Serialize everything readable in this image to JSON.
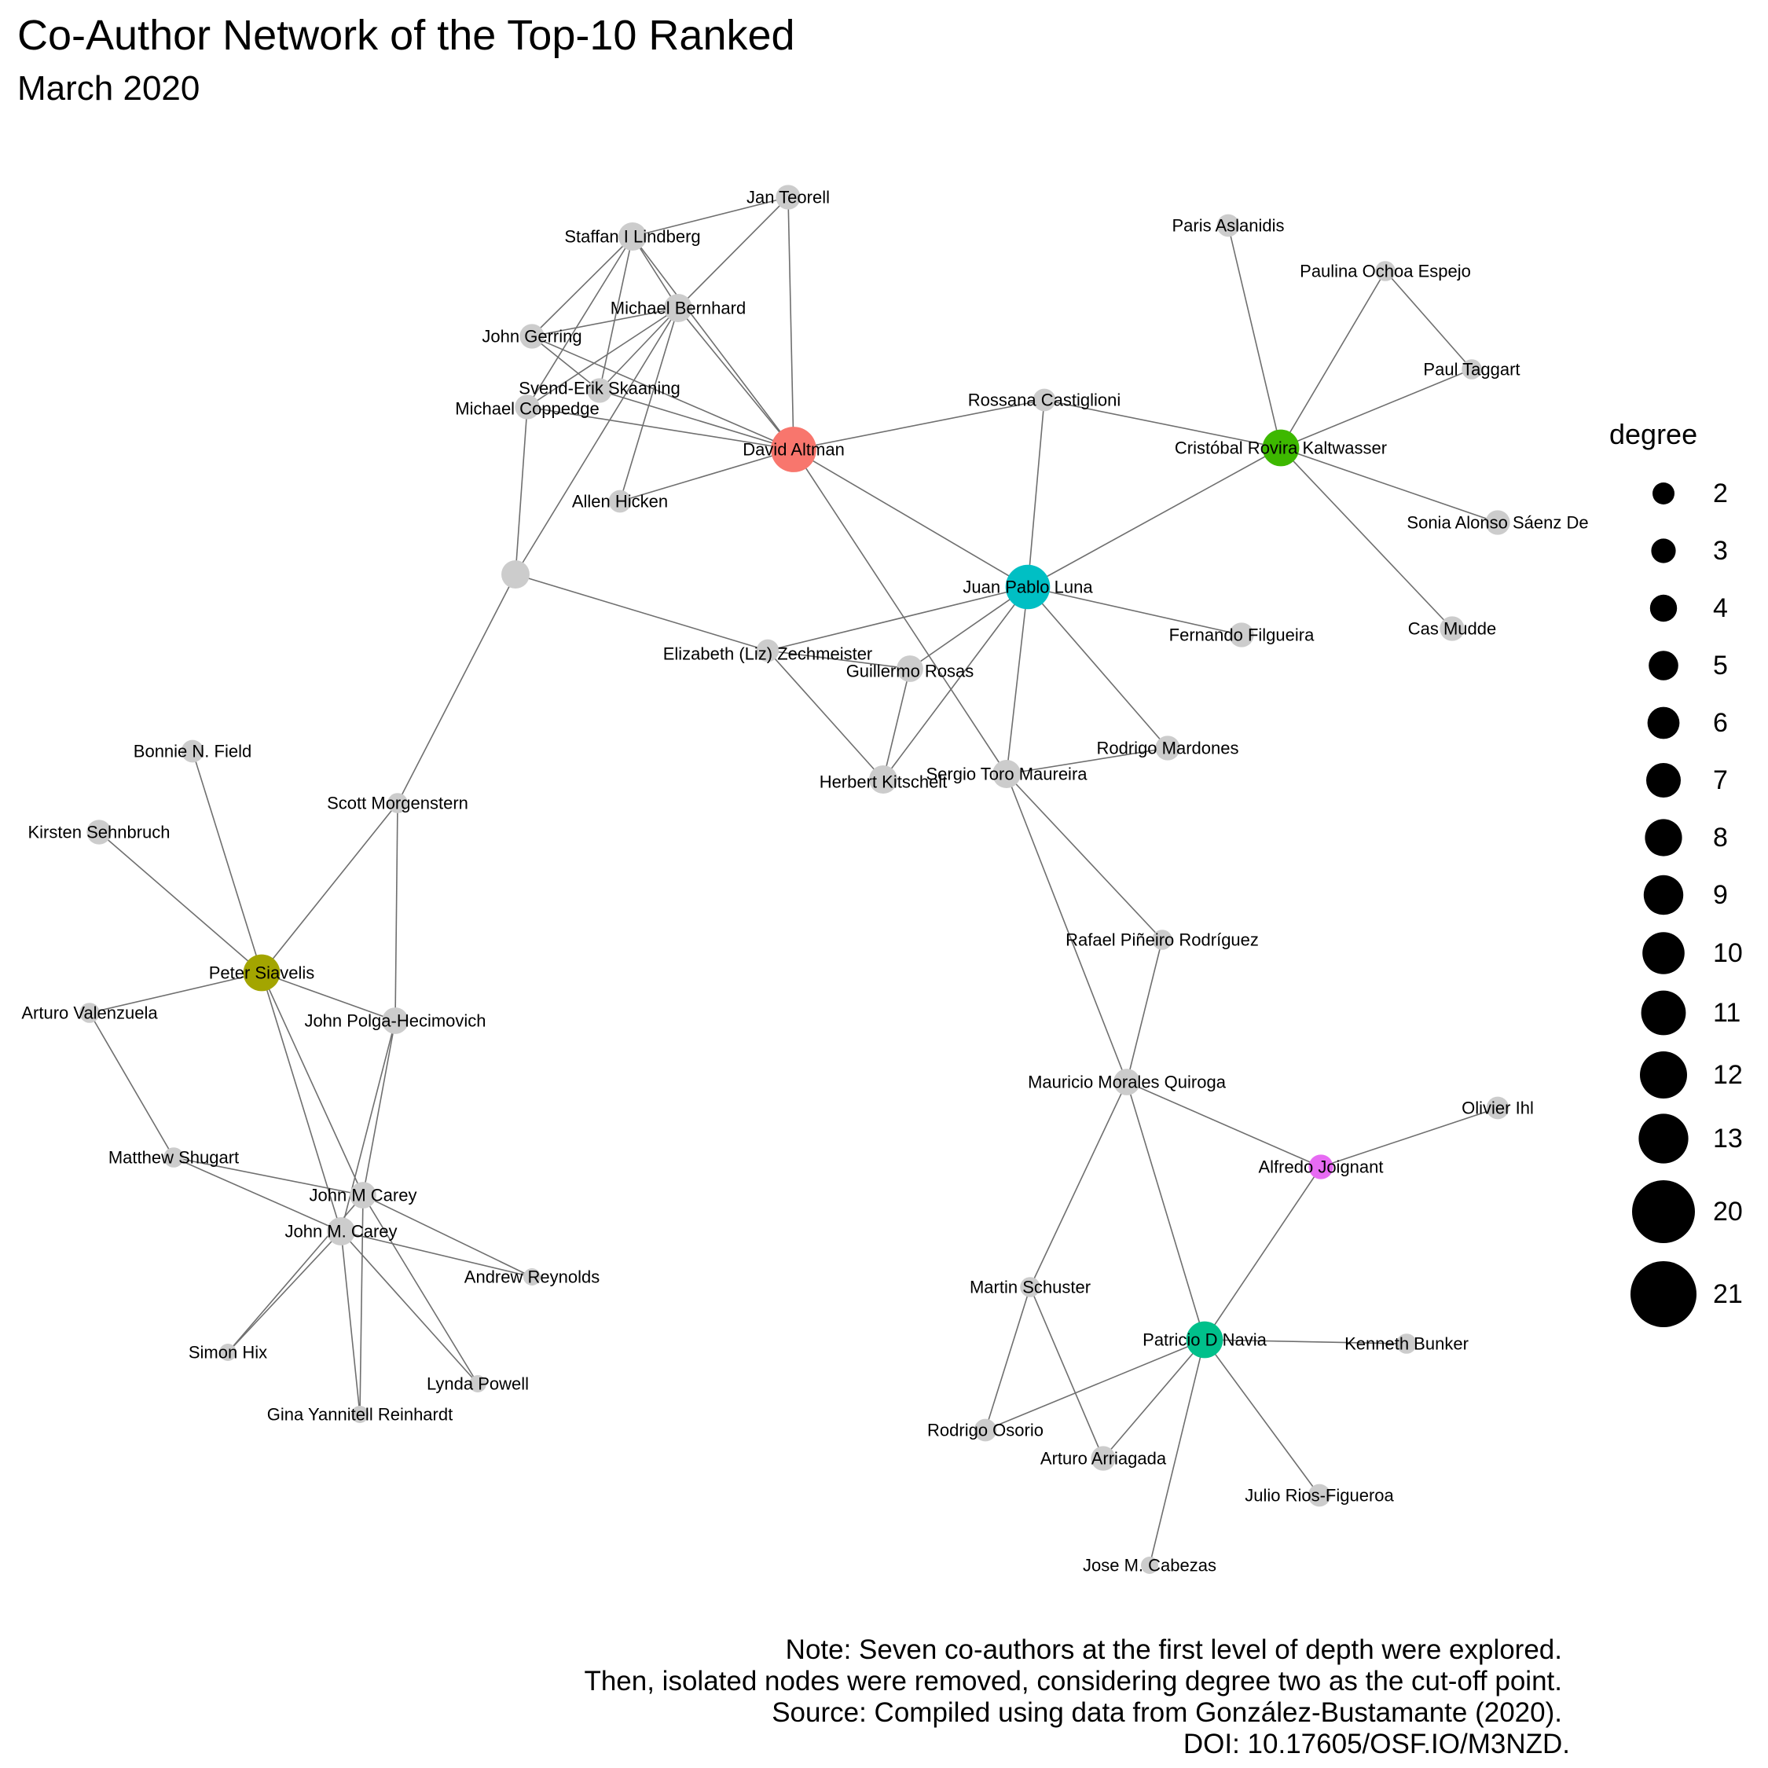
{
  "title": "Co-Author Network of the Top-10 Ranked",
  "subtitle": "March 2020",
  "caption": [
    "Note: Seven co-authors at the first level of depth were explored.",
    "Then, isolated nodes were removed, considering degree two as the cut-off point.",
    "Source: Compiled using data from González-Bustamante (2020).",
    "DOI: 10.17605/OSF.IO/M3NZD."
  ],
  "legend": {
    "title": "degree",
    "entries": [
      "2",
      "3",
      "4",
      "5",
      "6",
      "7",
      "8",
      "9",
      "10",
      "11",
      "12",
      "13",
      "20",
      "21"
    ]
  },
  "colors": {
    "default_node": "#cccccc",
    "edge": "#6f6f6f",
    "David Altman": "#f8766d",
    "Juan Pablo Luna": "#00bfc4",
    "Cristóbal Rovira Kaltwasser": "#3db800",
    "Peter Siavelis": "#a3a500",
    "Patricio D Navia": "#00c08b",
    "Alfredo Joignant": "#e76bf3"
  },
  "nodes": [
    {
      "id": "David Altman",
      "label": "David Altman",
      "degree": 21
    },
    {
      "id": "Juan Pablo Luna",
      "label": "Juan Pablo Luna",
      "degree": 20
    },
    {
      "id": "Cristóbal Rovira Kaltwasser",
      "label": "Cristóbal Rovira Kaltwasser",
      "degree": 13
    },
    {
      "id": "Peter Siavelis",
      "label": "Peter Siavelis",
      "degree": 13
    },
    {
      "id": "Patricio D Navia",
      "label": "Patricio D Navia",
      "degree": 13
    },
    {
      "id": "Alfredo Joignant",
      "label": "Alfredo Joignant",
      "degree": 5
    },
    {
      "id": "Unlabeled",
      "label": "",
      "degree": 7
    },
    {
      "id": "Jan Teorell",
      "label": "Jan Teorell",
      "degree": 5
    },
    {
      "id": "Staffan I Lindberg",
      "label": "Staffan I Lindberg",
      "degree": 7
    },
    {
      "id": "Michael Bernhard",
      "label": "Michael Bernhard",
      "degree": 7
    },
    {
      "id": "John Gerring",
      "label": "John Gerring",
      "degree": 5
    },
    {
      "id": "Svend-Erik Skaaning",
      "label": "Svend-Erik Skaaning",
      "degree": 5
    },
    {
      "id": "Michael Coppedge",
      "label": "Michael Coppedge",
      "degree": 5
    },
    {
      "id": "Allen Hicken",
      "label": "Allen Hicken",
      "degree": 4
    },
    {
      "id": "Rossana Castiglioni",
      "label": "Rossana Castiglioni",
      "degree": 4
    },
    {
      "id": "Paris Aslanidis",
      "label": "Paris Aslanidis",
      "degree": 4
    },
    {
      "id": "Paulina Ochoa Espejo",
      "label": "Paulina Ochoa Espejo",
      "degree": 3
    },
    {
      "id": "Paul Taggart",
      "label": "Paul Taggart",
      "degree": 3
    },
    {
      "id": "Sonia Alonso Sáenz De",
      "label": "Sonia Alonso Sáenz De",
      "degree": 5
    },
    {
      "id": "Cas Mudde",
      "label": "Cas Mudde",
      "degree": 5
    },
    {
      "id": "Fernando Filgueira",
      "label": "Fernando Filgueira",
      "degree": 5
    },
    {
      "id": "Elizabeth (Liz) Zechmeister",
      "label": "Elizabeth (Liz) Zechmeister",
      "degree": 4
    },
    {
      "id": "Guillermo Rosas",
      "label": "Guillermo Rosas",
      "degree": 6
    },
    {
      "id": "Herbert Kitschelt",
      "label": "Herbert Kitschelt",
      "degree": 7
    },
    {
      "id": "Sergio Toro Maureira",
      "label": "Sergio Toro Maureira",
      "degree": 7
    },
    {
      "id": "Rodrigo Mardones",
      "label": "Rodrigo Mardones",
      "degree": 5
    },
    {
      "id": "Rafael Piñeiro Rodríguez",
      "label": "Rafael Piñeiro Rodríguez",
      "degree": 3
    },
    {
      "id": "Mauricio Morales Quiroga",
      "label": "Mauricio Morales Quiroga",
      "degree": 6
    },
    {
      "id": "Olivier Ihl",
      "label": "Olivier Ihl",
      "degree": 4
    },
    {
      "id": "Martin Schuster",
      "label": "Martin Schuster",
      "degree": 3
    },
    {
      "id": "Kenneth Bunker",
      "label": "Kenneth Bunker",
      "degree": 3
    },
    {
      "id": "Rodrigo Osorio",
      "label": "Rodrigo Osorio",
      "degree": 4
    },
    {
      "id": "Arturo Arriagada",
      "label": "Arturo Arriagada",
      "degree": 5
    },
    {
      "id": "Julio Rios-Figueroa",
      "label": "Julio Rios-Figueroa",
      "degree": 4
    },
    {
      "id": "Jose M. Cabezas",
      "label": "Jose M. Cabezas",
      "degree": 2
    },
    {
      "id": "Bonnie N. Field",
      "label": "Bonnie N. Field",
      "degree": 4
    },
    {
      "id": "Kirsten Sehnbruch",
      "label": "Kirsten Sehnbruch",
      "degree": 5
    },
    {
      "id": "Scott Morgenstern",
      "label": "Scott Morgenstern",
      "degree": 3
    },
    {
      "id": "Arturo Valenzuela",
      "label": "Arturo Valenzuela",
      "degree": 3
    },
    {
      "id": "John Polga-Hecimovich",
      "label": "John Polga-Hecimovich",
      "degree": 6
    },
    {
      "id": "Matthew Shugart",
      "label": "Matthew Shugart",
      "degree": 3
    },
    {
      "id": "John M Carey",
      "label": "John M Carey",
      "degree": 6
    },
    {
      "id": "John M. Carey",
      "label": "John M. Carey",
      "degree": 7
    },
    {
      "id": "Andrew Reynolds",
      "label": "Andrew Reynolds",
      "degree": 2
    },
    {
      "id": "Simon Hix",
      "label": "Simon Hix",
      "degree": 2
    },
    {
      "id": "Lynda Powell",
      "label": "Lynda Powell",
      "degree": 2
    },
    {
      "id": "Gina Yannitell Reinhardt",
      "label": "Gina Yannitell Reinhardt",
      "degree": 2
    }
  ],
  "edges": [
    [
      "Staffan I Lindberg",
      "Jan Teorell"
    ],
    [
      "Staffan I Lindberg",
      "Michael Bernhard"
    ],
    [
      "Staffan I Lindberg",
      "John Gerring"
    ],
    [
      "Staffan I Lindberg",
      "Michael Coppedge"
    ],
    [
      "Staffan I Lindberg",
      "Svend-Erik Skaaning"
    ],
    [
      "Staffan I Lindberg",
      "David Altman"
    ],
    [
      "Jan Teorell",
      "Michael Bernhard"
    ],
    [
      "Jan Teorell",
      "David Altman"
    ],
    [
      "Michael Bernhard",
      "John Gerring"
    ],
    [
      "Michael Bernhard",
      "Michael Coppedge"
    ],
    [
      "Michael Bernhard",
      "Svend-Erik Skaaning"
    ],
    [
      "Michael Bernhard",
      "Allen Hicken"
    ],
    [
      "Michael Bernhard",
      "David Altman"
    ],
    [
      "Michael Bernhard",
      "Unlabeled"
    ],
    [
      "John Gerring",
      "Svend-Erik Skaaning"
    ],
    [
      "John Gerring",
      "David Altman"
    ],
    [
      "Michael Coppedge",
      "David Altman"
    ],
    [
      "Michael Coppedge",
      "Unlabeled"
    ],
    [
      "Svend-Erik Skaaning",
      "David Altman"
    ],
    [
      "Allen Hicken",
      "David Altman"
    ],
    [
      "David Altman",
      "Rossana Castiglioni"
    ],
    [
      "David Altman",
      "Juan Pablo Luna"
    ],
    [
      "David Altman",
      "Sergio Toro Maureira"
    ],
    [
      "Rossana Castiglioni",
      "Cristóbal Rovira Kaltwasser"
    ],
    [
      "Rossana Castiglioni",
      "Juan Pablo Luna"
    ],
    [
      "Cristóbal Rovira Kaltwasser",
      "Paris Aslanidis"
    ],
    [
      "Cristóbal Rovira Kaltwasser",
      "Paulina Ochoa Espejo"
    ],
    [
      "Cristóbal Rovira Kaltwasser",
      "Paul Taggart"
    ],
    [
      "Cristóbal Rovira Kaltwasser",
      "Sonia Alonso Sáenz De"
    ],
    [
      "Cristóbal Rovira Kaltwasser",
      "Cas Mudde"
    ],
    [
      "Cristóbal Rovira Kaltwasser",
      "Juan Pablo Luna"
    ],
    [
      "Paulina Ochoa Espejo",
      "Paul Taggart"
    ],
    [
      "Juan Pablo Luna",
      "Fernando Filgueira"
    ],
    [
      "Juan Pablo Luna",
      "Elizabeth (Liz) Zechmeister"
    ],
    [
      "Juan Pablo Luna",
      "Guillermo Rosas"
    ],
    [
      "Juan Pablo Luna",
      "Herbert Kitschelt"
    ],
    [
      "Juan Pablo Luna",
      "Sergio Toro Maureira"
    ],
    [
      "Juan Pablo Luna",
      "Rodrigo Mardones"
    ],
    [
      "Unlabeled",
      "Elizabeth (Liz) Zechmeister"
    ],
    [
      "Unlabeled",
      "Scott Morgenstern"
    ],
    [
      "Elizabeth (Liz) Zechmeister",
      "Guillermo Rosas"
    ],
    [
      "Elizabeth (Liz) Zechmeister",
      "Herbert Kitschelt"
    ],
    [
      "Guillermo Rosas",
      "Herbert Kitschelt"
    ],
    [
      "Sergio Toro Maureira",
      "Rodrigo Mardones"
    ],
    [
      "Sergio Toro Maureira",
      "Rafael Piñeiro Rodríguez"
    ],
    [
      "Sergio Toro Maureira",
      "Mauricio Morales Quiroga"
    ],
    [
      "Rafael Piñeiro Rodríguez",
      "Mauricio Morales Quiroga"
    ],
    [
      "Mauricio Morales Quiroga",
      "Alfredo Joignant"
    ],
    [
      "Mauricio Morales Quiroga",
      "Patricio D Navia"
    ],
    [
      "Mauricio Morales Quiroga",
      "Martin Schuster"
    ],
    [
      "Alfredo Joignant",
      "Olivier Ihl"
    ],
    [
      "Alfredo Joignant",
      "Patricio D Navia"
    ],
    [
      "Patricio D Navia",
      "Kenneth Bunker"
    ],
    [
      "Patricio D Navia",
      "Rodrigo Osorio"
    ],
    [
      "Patricio D Navia",
      "Arturo Arriagada"
    ],
    [
      "Patricio D Navia",
      "Julio Rios-Figueroa"
    ],
    [
      "Patricio D Navia",
      "Jose M. Cabezas"
    ],
    [
      "Martin Schuster",
      "Rodrigo Osorio"
    ],
    [
      "Martin Schuster",
      "Arturo Arriagada"
    ],
    [
      "Bonnie N. Field",
      "Peter Siavelis"
    ],
    [
      "Kirsten Sehnbruch",
      "Peter Siavelis"
    ],
    [
      "Scott Morgenstern",
      "Peter Siavelis"
    ],
    [
      "Scott Morgenstern",
      "John Polga-Hecimovich"
    ],
    [
      "Peter Siavelis",
      "Arturo Valenzuela"
    ],
    [
      "Peter Siavelis",
      "John Polga-Hecimovich"
    ],
    [
      "Peter Siavelis",
      "John M Carey"
    ],
    [
      "Peter Siavelis",
      "John M. Carey"
    ],
    [
      "Arturo Valenzuela",
      "Matthew Shugart"
    ],
    [
      "John Polga-Hecimovich",
      "John M Carey"
    ],
    [
      "John Polga-Hecimovich",
      "John M. Carey"
    ],
    [
      "Matthew Shugart",
      "John M Carey"
    ],
    [
      "Matthew Shugart",
      "John M. Carey"
    ],
    [
      "John M Carey",
      "Andrew Reynolds"
    ],
    [
      "John M Carey",
      "Simon Hix"
    ],
    [
      "John M Carey",
      "Lynda Powell"
    ],
    [
      "John M Carey",
      "Gina Yannitell Reinhardt"
    ],
    [
      "John M. Carey",
      "Andrew Reynolds"
    ],
    [
      "John M. Carey",
      "Simon Hix"
    ],
    [
      "John M. Carey",
      "Lynda Powell"
    ],
    [
      "John M. Carey",
      "Gina Yannitell Reinhardt"
    ]
  ]
}
